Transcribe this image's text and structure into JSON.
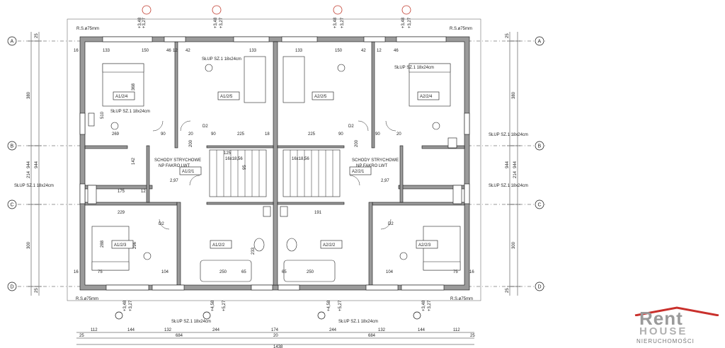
{
  "units": [
    {
      "id": "A1",
      "rooms": [
        {
          "code": "A1/2/4",
          "key": "bed-nw"
        },
        {
          "code": "A1/2/5",
          "key": "bath-n"
        },
        {
          "code": "A1/2/1",
          "key": "hall"
        },
        {
          "code": "A1/2/3",
          "key": "bed-sw"
        },
        {
          "code": "A1/2/2",
          "key": "bath-s"
        }
      ]
    },
    {
      "id": "A2",
      "rooms": [
        {
          "code": "A2/2/5",
          "key": "bath-n"
        },
        {
          "code": "A2/2/4",
          "key": "bed-ne"
        },
        {
          "code": "A2/2/1",
          "key": "hall"
        },
        {
          "code": "A2/2/2",
          "key": "bath-s"
        },
        {
          "code": "A2/2/3",
          "key": "bed-se"
        }
      ]
    }
  ],
  "labels": {
    "rs_nw": "R.S.ø75mm",
    "rs_ne": "R.S.ø75mm",
    "rs_sw": "R.S.ø75mm",
    "rs_se": "R.S.ø75mm",
    "column": "SŁUP SZ.1 18x24cm",
    "column_short": "SŁUP SZ.1 18x24cm",
    "stairs_1": "SCHODY STRYCHOWE",
    "stairs_2": "NP FAKRO LWT",
    "stair_size": "16x18,56",
    "door_tag": "D2",
    "level_297": "2,97"
  },
  "axes": {
    "rows": [
      "A",
      "B",
      "C",
      "D"
    ],
    "left_total": "944",
    "left_mid": "214",
    "left_380": "380",
    "left_300": "300",
    "left_25": "25"
  },
  "dims_top": [
    "16",
    "133",
    "150",
    "46",
    "12",
    "42",
    "133",
    "133",
    "150",
    "42",
    "12",
    "46"
  ],
  "dims_inner": [
    "368",
    "510",
    "269",
    "90",
    "20",
    "90",
    "225",
    "225",
    "18",
    "90",
    "90",
    "20",
    "200",
    "200",
    "125",
    "95",
    "142",
    "175",
    "12",
    "229",
    "288",
    "296",
    "250",
    "250",
    "191",
    "233",
    "75",
    "104",
    "65",
    "65",
    "104",
    "75",
    "16",
    "16"
  ],
  "dims_bottom_row1": [
    "112",
    "144",
    "132",
    "244",
    "174",
    "244",
    "132",
    "144",
    "112"
  ],
  "dims_bottom_row2": [
    "25",
    "684",
    "20",
    "684",
    "25"
  ],
  "dims_bottom_total": "1438",
  "levels_top": [
    "+3,27",
    "+3,48",
    "+3,27",
    "+3,48",
    "+3,27",
    "+3,48",
    "+3,27",
    "+3,48"
  ],
  "levels_bottom": [
    "+3,48",
    "+3,27",
    "+4,58",
    "+5,27",
    "+4,58",
    "+5,27",
    "+3,48",
    "+3,27"
  ],
  "logo": {
    "line1": "Rent",
    "line2": "HOUSE",
    "line3": "NIERUCHOMOŚCI"
  },
  "colors": {
    "wall": "#9a9a9a",
    "line": "#111111",
    "red_mark": "#c0392b",
    "logo": "#9a9a9a"
  }
}
